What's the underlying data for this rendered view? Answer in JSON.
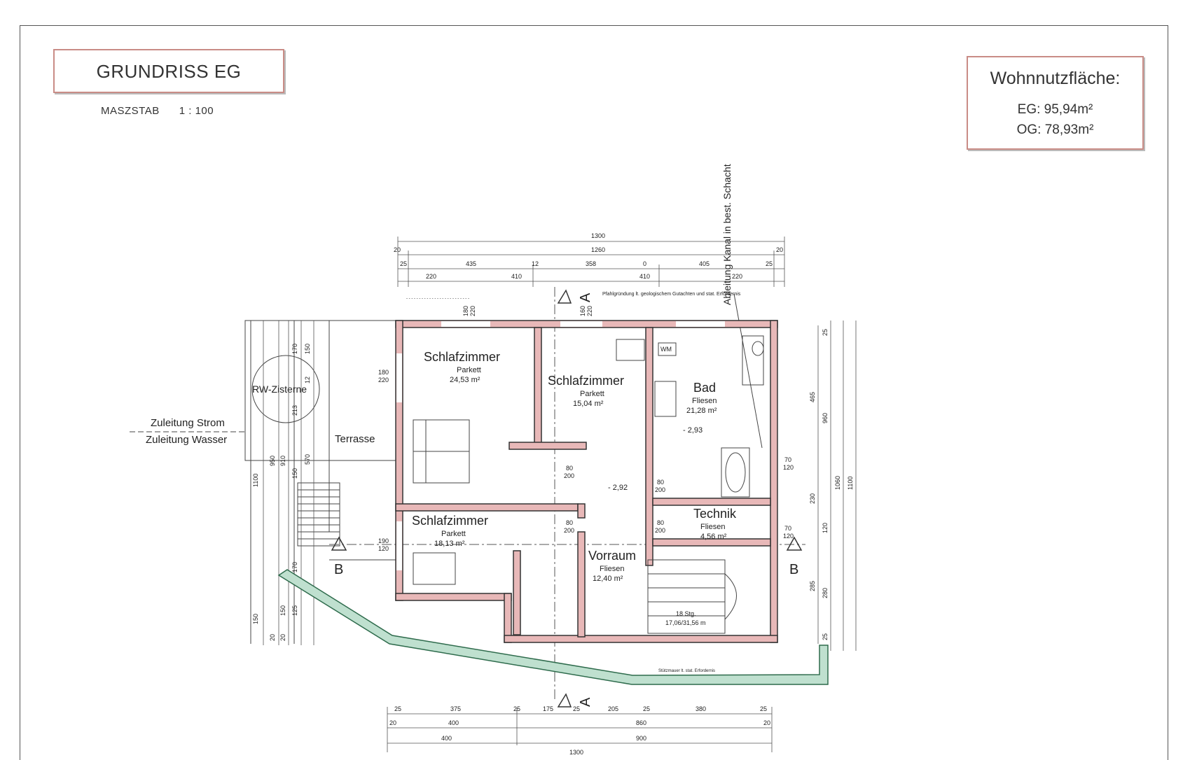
{
  "header": {
    "title": "GRUNDRISS EG",
    "scale_label": "MASZSTAB",
    "scale_value": "1 : 100"
  },
  "area_box": {
    "title": "Wohnnutzfläche:",
    "eg": "EG: 95,94m²",
    "og": "OG: 78,93m²"
  },
  "rooms": [
    {
      "name": "Schlafzimmer",
      "floor": "Parkett",
      "area": "24,53 m²"
    },
    {
      "name": "Schlafzimmer",
      "floor": "Parkett",
      "area": "15,04 m²"
    },
    {
      "name": "Bad",
      "floor": "Fliesen",
      "area": "21,28 m²"
    },
    {
      "name": "Schlafzimmer",
      "floor": "Parkett",
      "area": "18,13 m²"
    },
    {
      "name": "Technik",
      "floor": "Fliesen",
      "area": "4,56 m²"
    },
    {
      "name": "Vorraum",
      "floor": "Fliesen",
      "area": "12,40 m²"
    }
  ],
  "labels": {
    "terrasse": "Terrasse",
    "cistern": "RW-Zisterne",
    "supply_power": "Zuleitung Strom",
    "supply_water": "Zuleitung Wasser",
    "sewer": "Ableitung Kanal in best. Schacht",
    "retaining_wall": "Stützmauer lt. stat. Erfordernis",
    "foundation_note": "Pfahlgründung lt. geologischem Gutachten und stat. Erfordernis",
    "wm": "WM",
    "level_a": "- 2,92",
    "level_b": "- 2,93",
    "section_a": "A",
    "section_b": "B",
    "stairs_1": "18 Stg.",
    "stairs_2": "17,06/31,56 m"
  },
  "dimensions": {
    "top": {
      "total": "1300",
      "inner": "1260",
      "edge_l": "20",
      "edge_r": "20",
      "row1": [
        "25",
        "435",
        "12",
        "358",
        "0",
        "405",
        "25"
      ],
      "row2": [
        "220",
        "410",
        "410",
        "220"
      ]
    },
    "bottom": {
      "row1": [
        "25",
        "375",
        "25",
        "175",
        "25",
        "205",
        "25",
        "380",
        "25"
      ],
      "row2": [
        "20",
        "400",
        "860",
        "20"
      ],
      "row3": [
        "400",
        "900"
      ],
      "total": "1300"
    },
    "left": [
      "1100",
      "950",
      "910",
      "170",
      "150",
      "12",
      "213",
      "570",
      "150",
      "170",
      "150",
      "125",
      "150",
      "20",
      "20"
    ],
    "right": [
      "465",
      "960",
      "230",
      "1060",
      "1100",
      "120",
      "285",
      "280",
      "25",
      "25"
    ],
    "openings": [
      "180",
      "220",
      "160",
      "220",
      "180",
      "220",
      "190",
      "120",
      "80",
      "200",
      "80",
      "200",
      "80",
      "200",
      "80",
      "200",
      "70",
      "120",
      "70",
      "120"
    ]
  }
}
